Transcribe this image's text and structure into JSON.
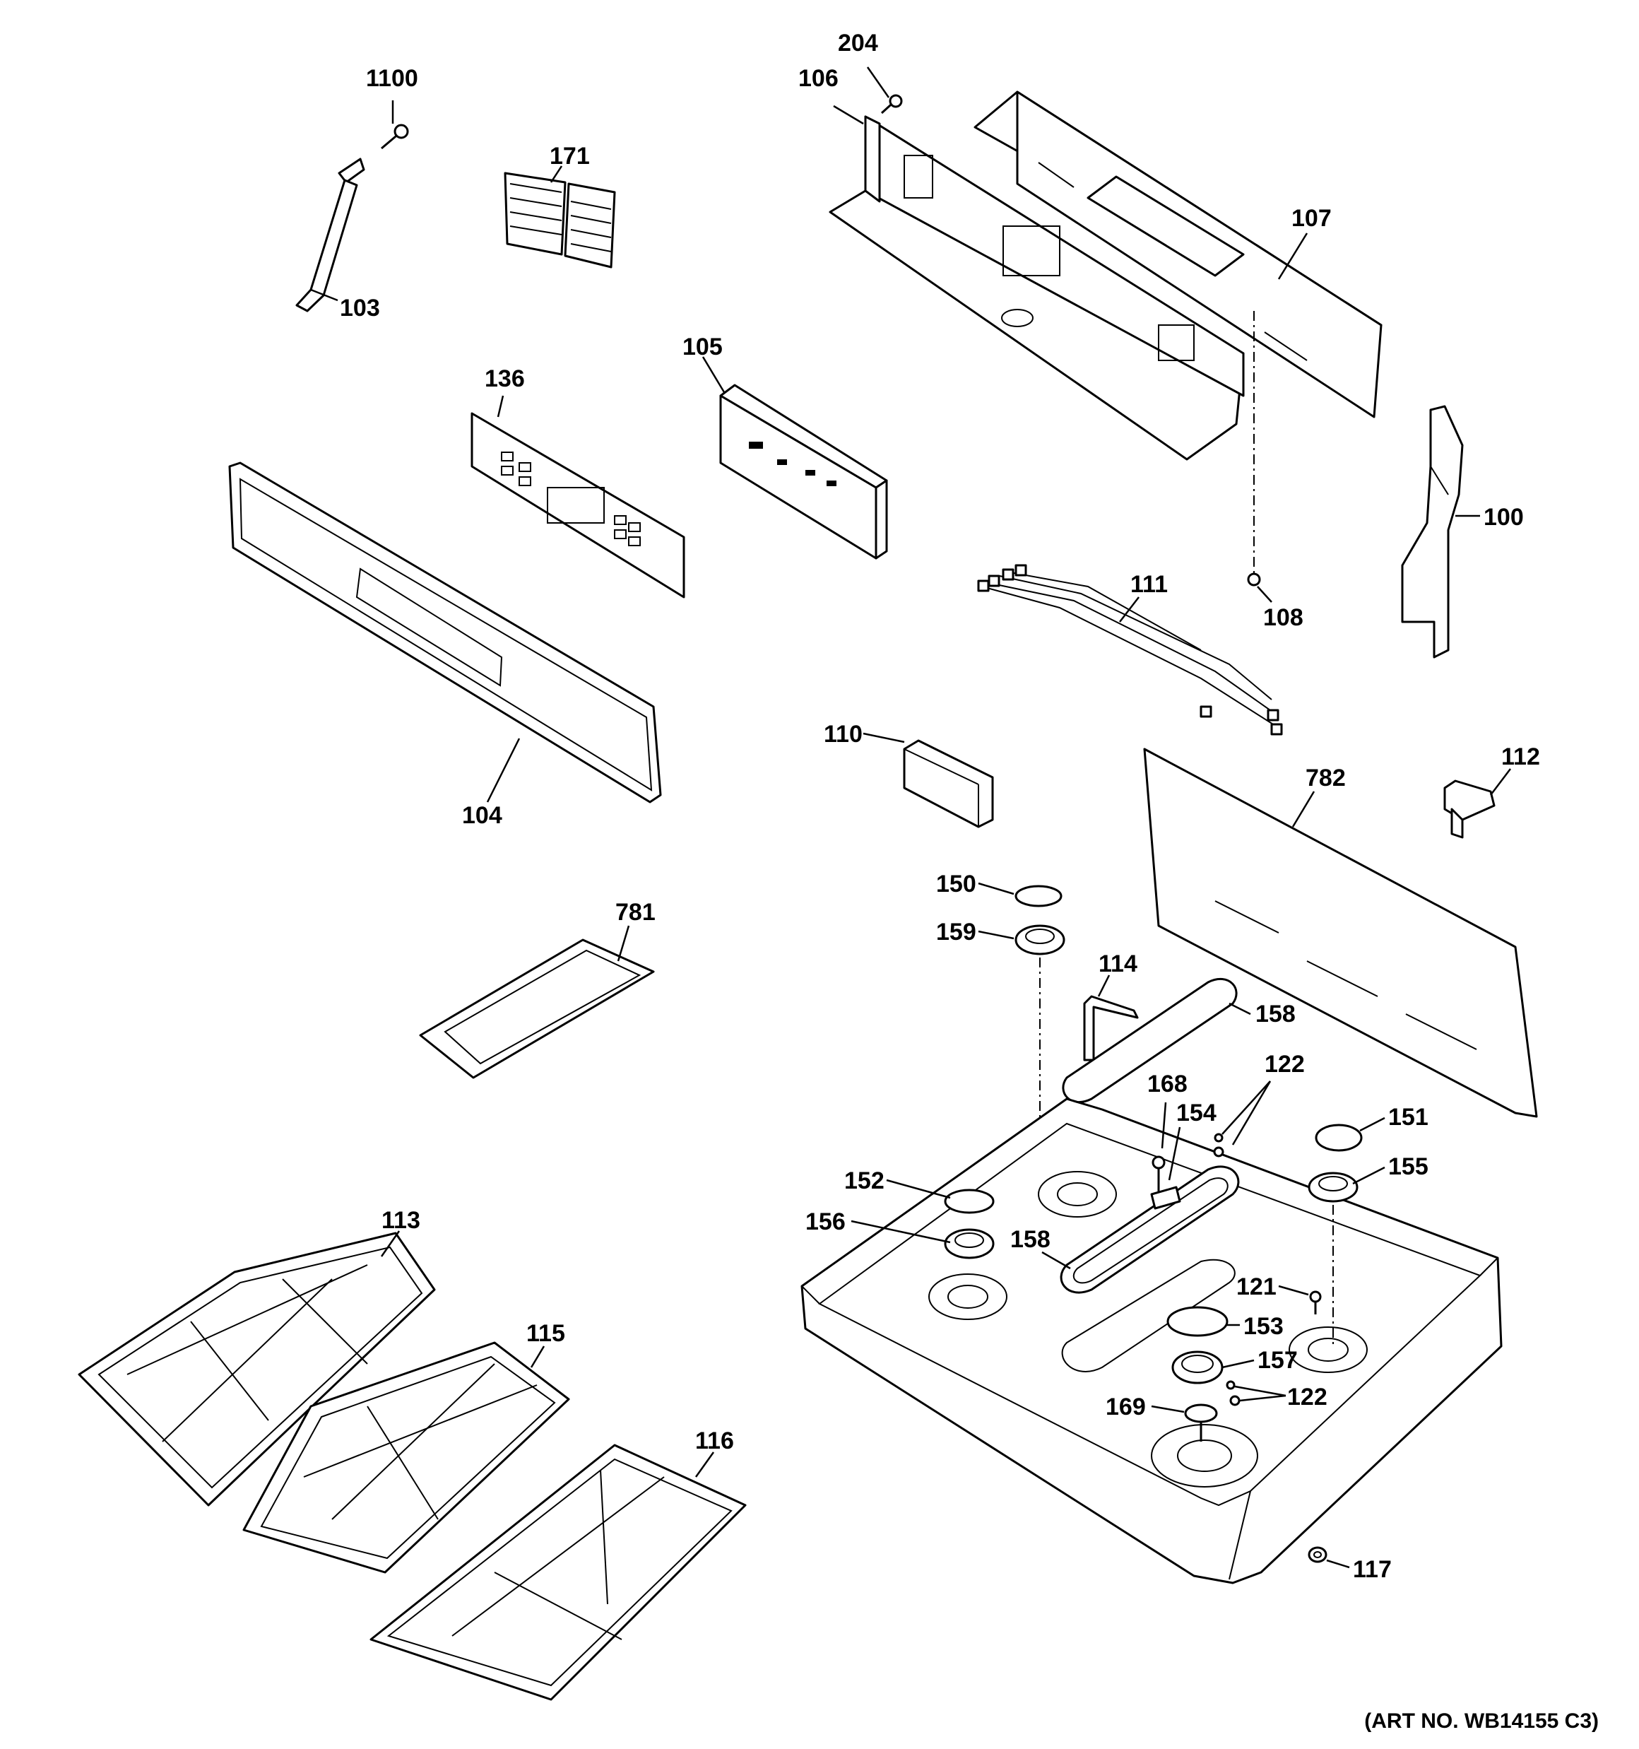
{
  "labels": {
    "p1100": "1100",
    "p103": "103",
    "p171": "171",
    "p204": "204",
    "p106": "106",
    "p107": "107",
    "p105": "105",
    "p136": "136",
    "p104": "104",
    "p100": "100",
    "p108": "108",
    "p111": "111",
    "p110": "110",
    "p112": "112",
    "p782": "782",
    "p781": "781",
    "p150": "150",
    "p159": "159",
    "p114": "114",
    "p158a": "158",
    "p122a": "122",
    "p168": "168",
    "p154": "154",
    "p151": "151",
    "p155": "155",
    "p152": "152",
    "p156": "156",
    "p158b": "158",
    "p121": "121",
    "p153": "153",
    "p157": "157",
    "p122b": "122",
    "p169": "169",
    "p117": "117",
    "p113": "113",
    "p115": "115",
    "p116": "116"
  },
  "art_number": "(ART NO. WB14155 C3)"
}
